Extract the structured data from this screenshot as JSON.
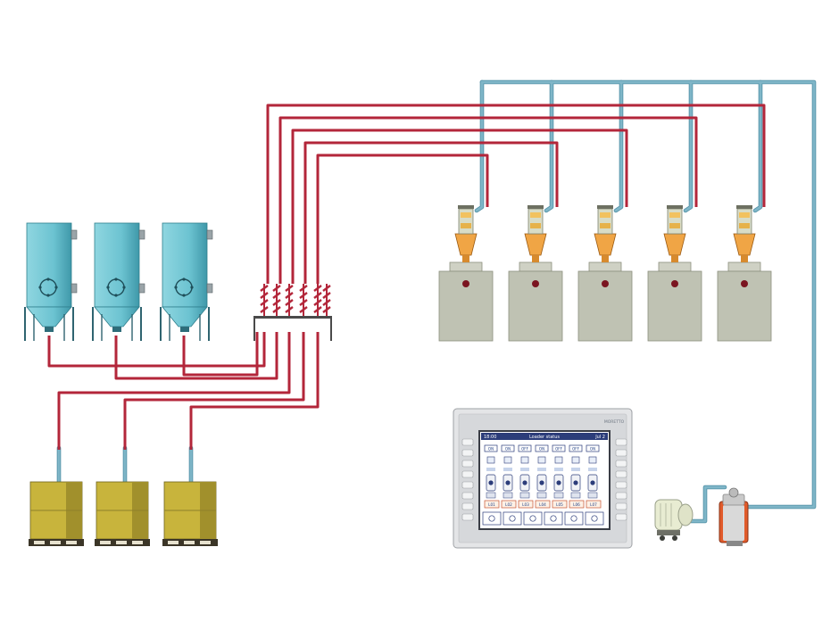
{
  "colors": {
    "material_line": "#b3263a",
    "vacuum_line": "#7fb6c8",
    "silo": "#6cc3d1",
    "silo_dark": "#3f98a9",
    "hopper_orange": "#f0a545",
    "machine": "#bfc2b3",
    "box": "#c8b43c",
    "panel_frame": "#e2e3e5",
    "screen_bg": "#ffffff"
  },
  "silos": [
    {
      "id": "silo-1"
    },
    {
      "id": "silo-2"
    },
    {
      "id": "silo-3"
    }
  ],
  "boxes": [
    {
      "id": "box-1"
    },
    {
      "id": "box-2"
    },
    {
      "id": "box-3"
    }
  ],
  "loaders": [
    {
      "id": "loader-1"
    },
    {
      "id": "loader-2"
    },
    {
      "id": "loader-3"
    },
    {
      "id": "loader-4"
    },
    {
      "id": "loader-5"
    }
  ],
  "control_panel": {
    "header_left": "18:00",
    "header_title": "Loader status",
    "header_right": "Jul 2",
    "top_row": [
      "ON",
      "ON",
      "OFF",
      "ON",
      "OFF",
      "OFF",
      "ON"
    ],
    "loader_labels": [
      "L01",
      "L02",
      "L03",
      "L04",
      "L05",
      "L06",
      "L07"
    ],
    "brand": "MORETTO"
  }
}
